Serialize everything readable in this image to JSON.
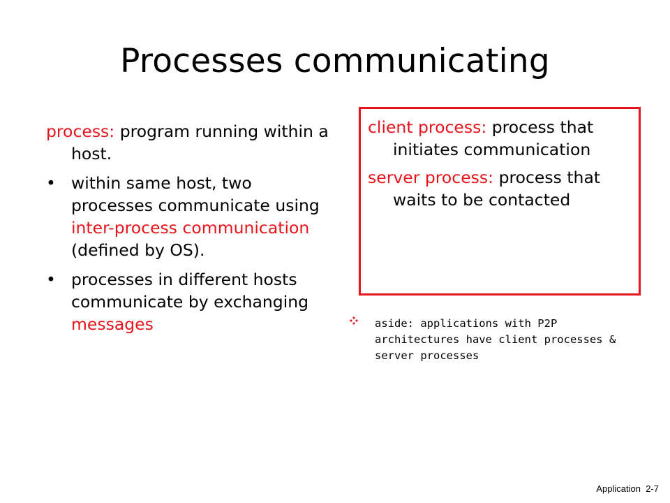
{
  "slide": {
    "title": "Processes communicating",
    "left": {
      "intro_term": "process:",
      "intro_text": " program running within a host.",
      "bullets": [
        {
          "text_before": "within same host, two processes communicate using  ",
          "highlight": "inter-process communication",
          "text_after": " (defined by OS)."
        },
        {
          "text_before": "processes in different hosts communicate by exchanging ",
          "highlight": "messages",
          "text_after": ""
        }
      ],
      "bullet_glyph": "•"
    },
    "box": {
      "client_term": "client process:",
      "client_text": " process that initiates communication",
      "server_term": "server process:",
      "server_text": " process that waits to be contacted"
    },
    "aside": {
      "text": "aside: applications with P2P architectures have client processes & server processes",
      "icon": "four-diamond-bullet-icon"
    },
    "footer": {
      "label": "Application",
      "page": "2-7"
    }
  },
  "colors": {
    "highlight": "#e8141b",
    "text": "#000000",
    "box_border": "#e8141b"
  }
}
